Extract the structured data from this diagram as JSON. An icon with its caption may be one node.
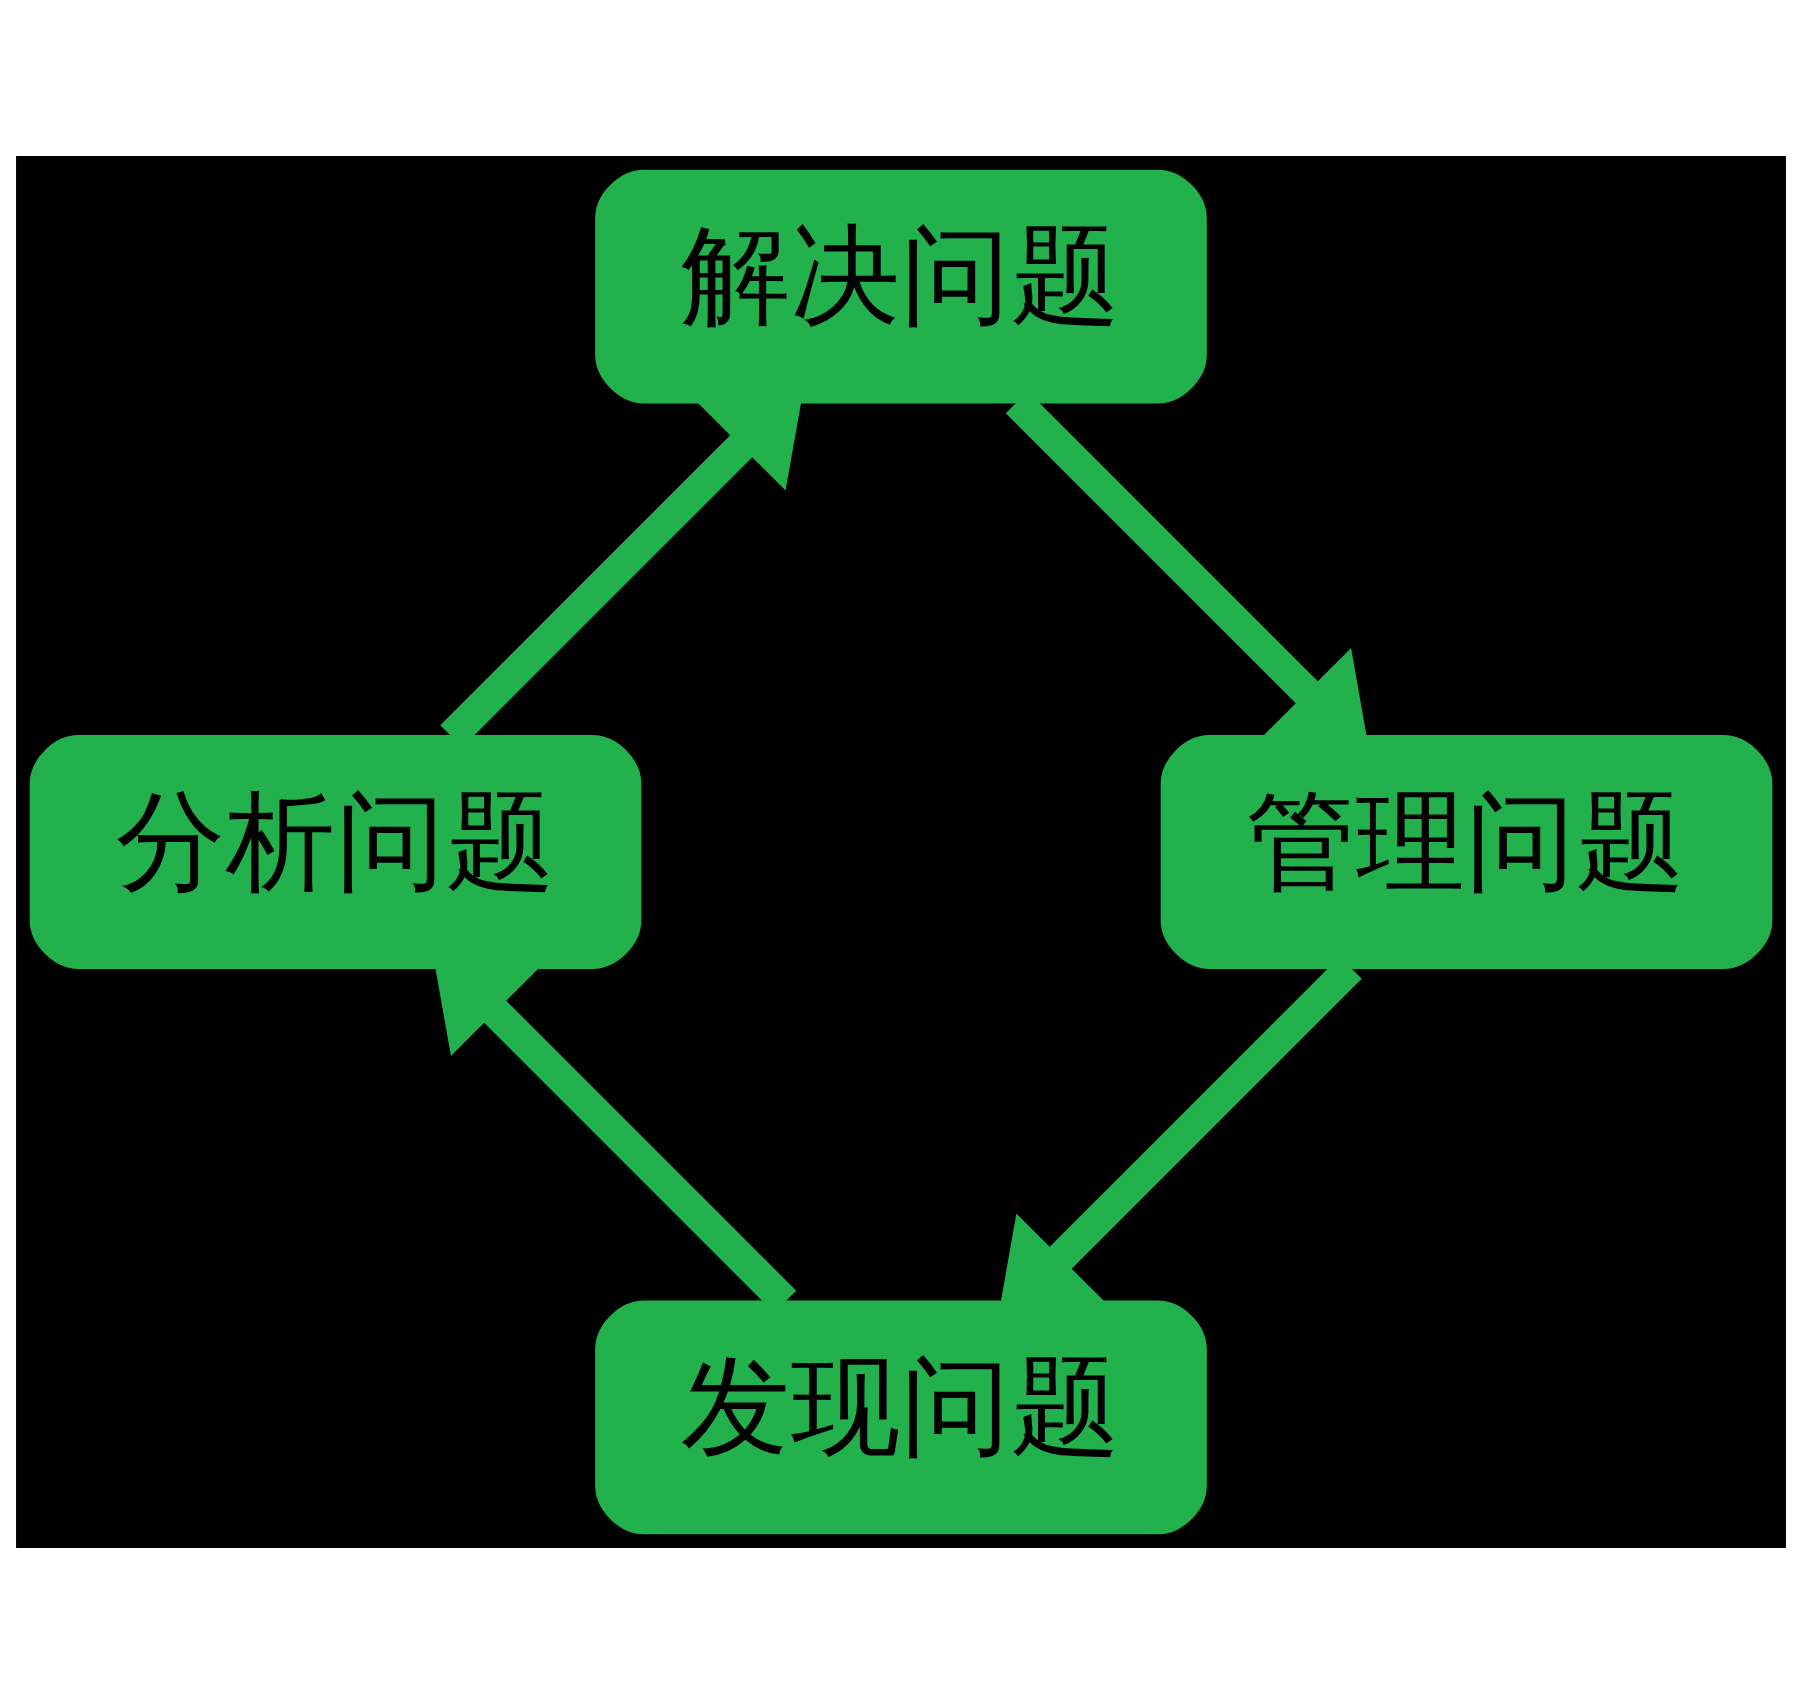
{
  "diagram": {
    "nodes": [
      {
        "text": [
          "发现问题"
        ]
      },
      {
        "text": [
          "分析问题"
        ]
      },
      {
        "text": [
          "解决问题"
        ]
      },
      {
        "text": [
          "管理问题"
        ]
      }
    ],
    "edges": [
      {
        "from": 0,
        "to": 1,
        "arrow": "to"
      },
      {
        "from": 1,
        "to": 2,
        "arrow": "to"
      },
      {
        "from": 2,
        "to": 3,
        "arrow": "to"
      },
      {
        "from": 3,
        "to": 0,
        "arrow": "to"
      }
    ]
  }
}
